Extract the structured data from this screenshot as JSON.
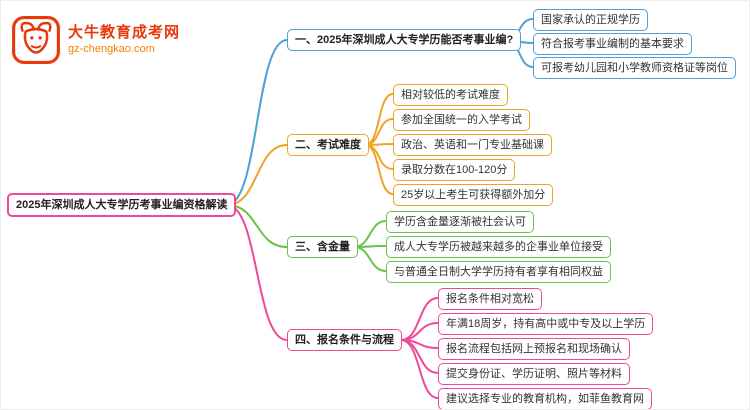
{
  "logo": {
    "brand": "大牛教育成考网",
    "domain": "gz-chengkao.com",
    "icon": "bull-icon"
  },
  "colors": {
    "blue": "#4f9fd8",
    "yellow": "#f0a32a",
    "green": "#6cc24a",
    "pink": "#f04899",
    "brand_red": "#e8380d",
    "brand_orange": "#f08300"
  },
  "root": {
    "label": "2025年深圳成人大专学历考事业编资格解读"
  },
  "branches": [
    {
      "label": "一、2025年深圳成人大专学历能否考事业编?",
      "color": "#4f9fd8",
      "children": [
        "国家承认的正规学历",
        "符合报考事业编制的基本要求",
        "可报考幼儿园和小学教师资格证等岗位"
      ]
    },
    {
      "label": "二、考试难度",
      "color": "#f0a32a",
      "children": [
        "相对较低的考试难度",
        "参加全国统一的入学考试",
        "政治、英语和一门专业基础课",
        "录取分数在100-120分",
        "25岁以上考生可获得额外加分"
      ]
    },
    {
      "label": "三、含金量",
      "color": "#6cc24a",
      "children": [
        "学历含金量逐渐被社会认可",
        "成人大专学历被越来越多的企事业单位接受",
        "与普通全日制大学学历持有者享有相同权益"
      ]
    },
    {
      "label": "四、报名条件与流程",
      "color": "#f04899",
      "children": [
        "报名条件相对宽松",
        "年满18周岁，持有高中或中专及以上学历",
        "报名流程包括网上预报名和现场确认",
        "提交身份证、学历证明、照片等材料",
        "建议选择专业的教育机构，如菲鱼教育网"
      ]
    }
  ]
}
